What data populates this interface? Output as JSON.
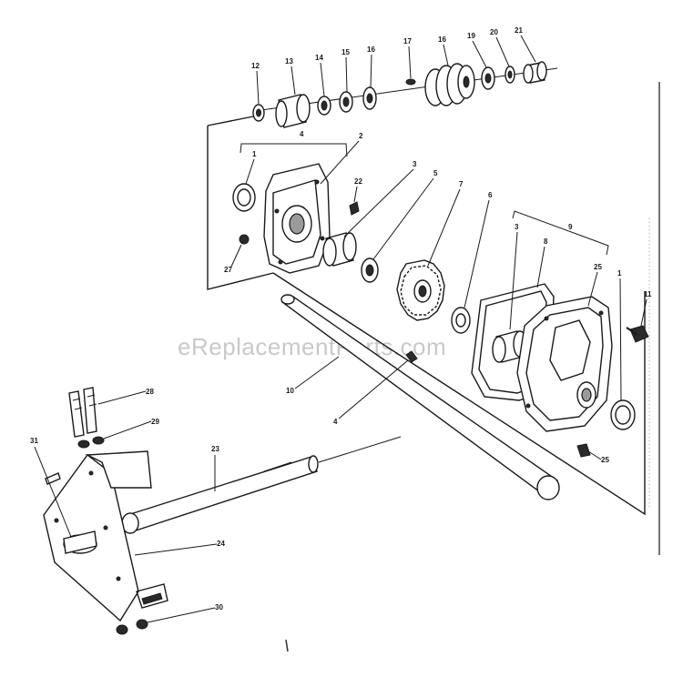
{
  "watermark": "eReplacementParts.com",
  "callouts": {
    "c12": "12",
    "c13": "13",
    "c14": "14",
    "c15": "15",
    "c16a": "16",
    "c17": "17",
    "c16b": "16",
    "c19": "19",
    "c20": "20",
    "c21": "21",
    "c4a": "4",
    "c2": "2",
    "c1a": "1",
    "c22": "22",
    "c27": "27",
    "c3a": "3",
    "c5": "5",
    "c7": "7",
    "c6": "6",
    "c9": "9",
    "c3b": "3",
    "c8": "8",
    "c25a": "25",
    "c1b": "1",
    "c11": "11",
    "c10": "10",
    "c4b": "4",
    "c25b": "25",
    "c28": "28",
    "c29": "29",
    "c31": "31",
    "c23": "23",
    "c24": "24",
    "c30": "30"
  }
}
